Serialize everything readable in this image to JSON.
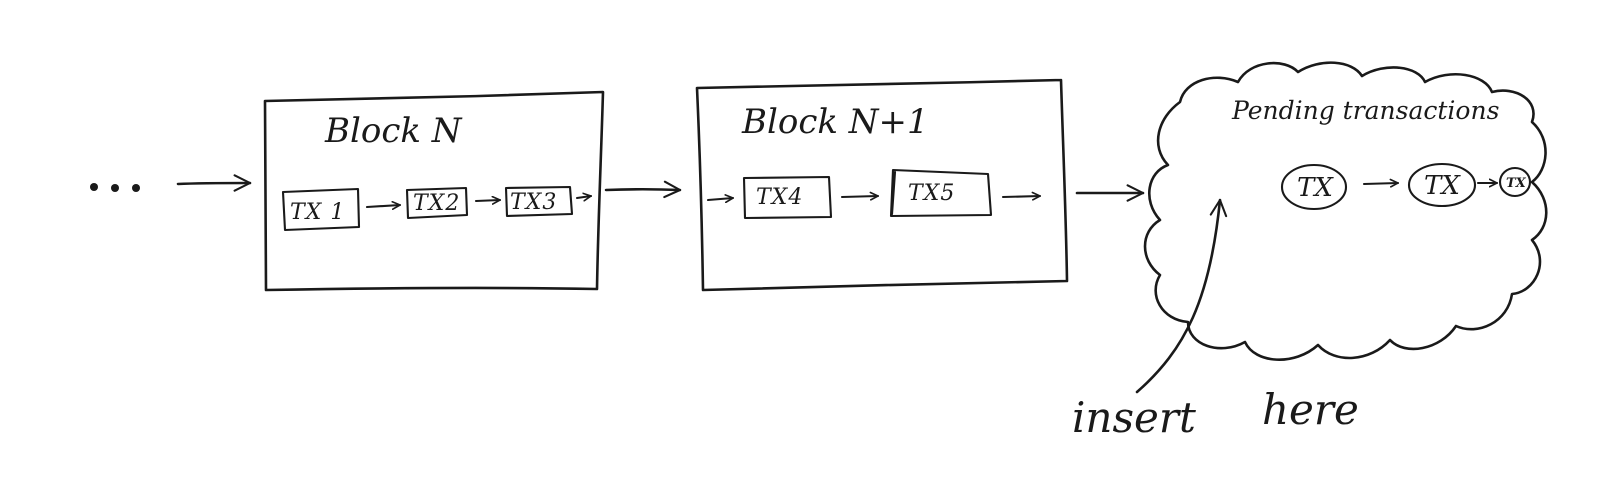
{
  "diagram": {
    "leading_ellipsis": "...",
    "block_n": {
      "title": "Block N",
      "transactions": [
        "TX 1",
        "TX2",
        "TX3"
      ]
    },
    "block_n1": {
      "title": "Block N+1",
      "transactions": [
        "TX4",
        "TX5"
      ]
    },
    "pending": {
      "title": "Pending transactions",
      "transactions": [
        "TX",
        "TX",
        "TX"
      ]
    },
    "annotation": {
      "word1": "insert",
      "word2": "here"
    },
    "colors": {
      "ink": "#1a1a1a",
      "background": "#ffffff"
    }
  }
}
